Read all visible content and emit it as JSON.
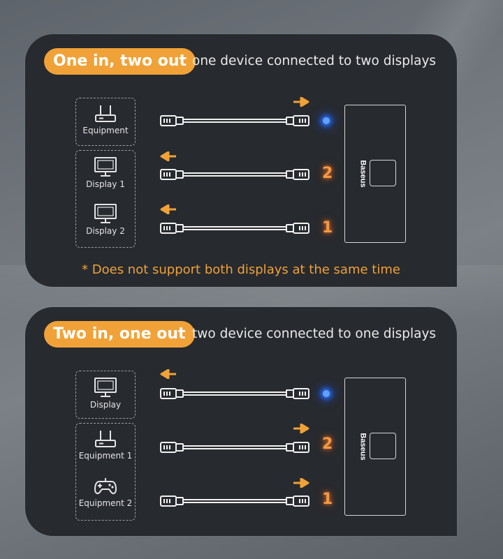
{
  "colors": {
    "accent": "#f0a238",
    "panel": "#272a2e",
    "led_blue": "#5fa2ff",
    "led_orange": "#f39a44"
  },
  "section1": {
    "pill": "One in, two out",
    "subtitle": "one device connected to two displays",
    "devices": [
      {
        "label": "Equipment",
        "icon": "router-icon"
      },
      {
        "label": "Display 1",
        "icon": "monitor-icon"
      },
      {
        "label": "Display 2",
        "icon": "monitor-icon"
      }
    ],
    "ports": [
      {
        "indicator": "blue-led",
        "arrow": "right"
      },
      {
        "indicator": "2",
        "arrow": "left"
      },
      {
        "indicator": "1",
        "arrow": "left"
      }
    ],
    "switch_brand": "Baseus",
    "note": "* Does not support both displays at the same time"
  },
  "section2": {
    "pill": "Two in, one out",
    "subtitle": "two device connected to one displays",
    "devices": [
      {
        "label": "Display",
        "icon": "monitor-icon"
      },
      {
        "label": "Equipment 1",
        "icon": "router-icon"
      },
      {
        "label": "Equipment 2",
        "icon": "gamepad-icon"
      }
    ],
    "ports": [
      {
        "indicator": "blue-led",
        "arrow": "left"
      },
      {
        "indicator": "2",
        "arrow": "right"
      },
      {
        "indicator": "1",
        "arrow": "right"
      }
    ],
    "switch_brand": "Baseus"
  }
}
